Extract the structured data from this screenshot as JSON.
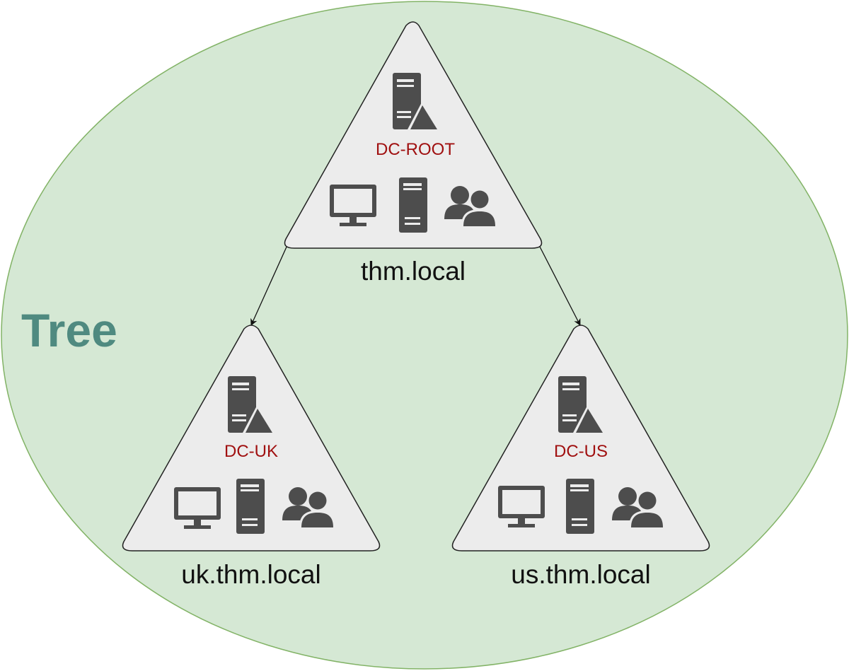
{
  "diagram": {
    "title": "Tree",
    "colors": {
      "ellipse_fill": "#d5e8d4",
      "ellipse_stroke": "#82b366",
      "triangle_fill": "#ececec",
      "triangle_stroke": "#222222",
      "icon": "#4d4d4d",
      "dc_label": "#a01010",
      "title": "#4f8a80"
    },
    "domains": [
      {
        "name": "thm.local",
        "dc": "DC-ROOT",
        "icons": [
          "domain-controller-icon",
          "workstation-icon",
          "server-icon",
          "users-icon"
        ]
      },
      {
        "name": "uk.thm.local",
        "dc": "DC-UK",
        "icons": [
          "domain-controller-icon",
          "workstation-icon",
          "server-icon",
          "users-icon"
        ]
      },
      {
        "name": "us.thm.local",
        "dc": "DC-US",
        "icons": [
          "domain-controller-icon",
          "workstation-icon",
          "server-icon",
          "users-icon"
        ]
      }
    ],
    "edges": [
      {
        "from": "thm.local",
        "to": "uk.thm.local"
      },
      {
        "from": "thm.local",
        "to": "us.thm.local"
      }
    ]
  }
}
